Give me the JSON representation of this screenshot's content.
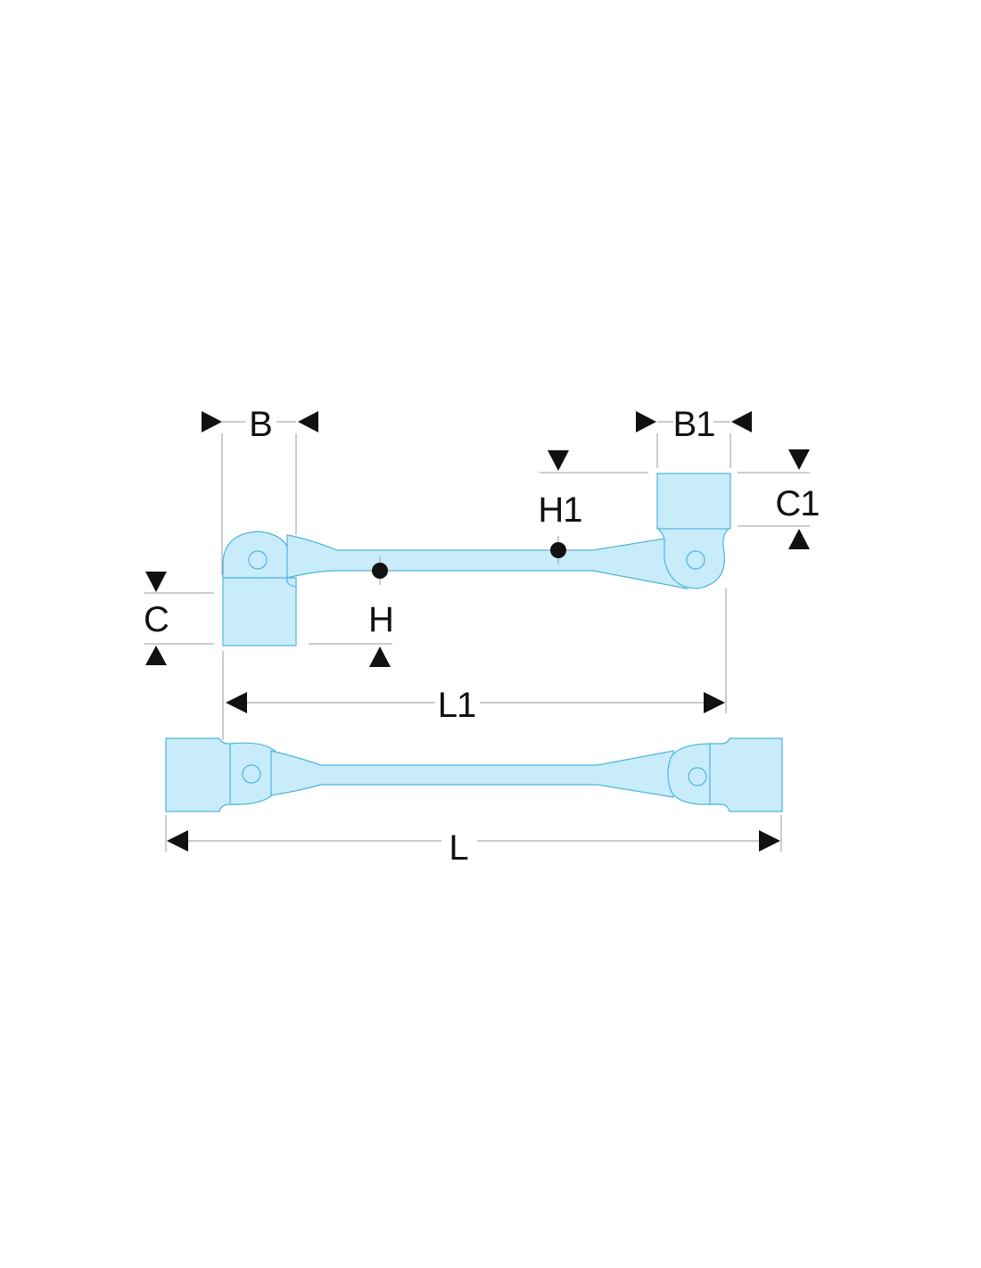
{
  "colors": {
    "part_fill": "#c8ecf9",
    "part_outline": "#4fb3df",
    "dimension_line": "#9a9a9a",
    "ink": "#111111"
  },
  "labels": {
    "B": "B",
    "B1": "B1",
    "C": "C",
    "C1": "C1",
    "H": "H",
    "H1": "H1",
    "L": "L",
    "L1": "L1"
  }
}
